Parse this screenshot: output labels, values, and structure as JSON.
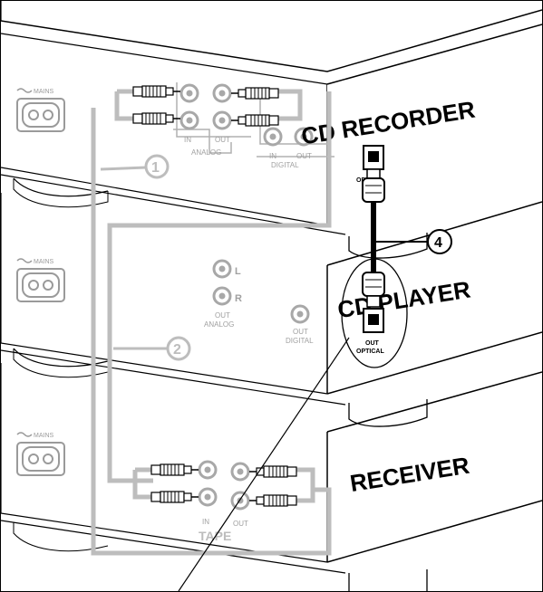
{
  "devices": {
    "cd_recorder": {
      "title": "CD RECORDER",
      "mains_label": "MAINS",
      "in_label": "IN",
      "out_label": "OUT",
      "analog_label": "ANALOG",
      "digital_label": "DIGITAL",
      "digital_in_label": "IN",
      "digital_out_label": "OUT",
      "optical_label": "OPTICAL"
    },
    "cd_player": {
      "title": "CD PLAYER",
      "mains_label": "MAINS",
      "l_label": "L",
      "r_label": "R",
      "out_label": "OUT",
      "analog_label": "ANALOG",
      "digital_out_label": "OUT",
      "digital_label": "DIGITAL"
    },
    "receiver": {
      "title": "RECEIVER",
      "mains_label": "MAINS",
      "in_label": "IN",
      "out_label": "OUT",
      "tape_label": "TAPE"
    }
  },
  "magnifier": {
    "out_label": "OUT",
    "optical_label": "OPTICAL"
  },
  "callouts": [
    "1",
    "2",
    "4"
  ],
  "colors": {
    "line": "#000000",
    "cable_grey": "#bdbdbd",
    "jack_grey": "#a8a8a8",
    "panel": "#ffffff"
  }
}
